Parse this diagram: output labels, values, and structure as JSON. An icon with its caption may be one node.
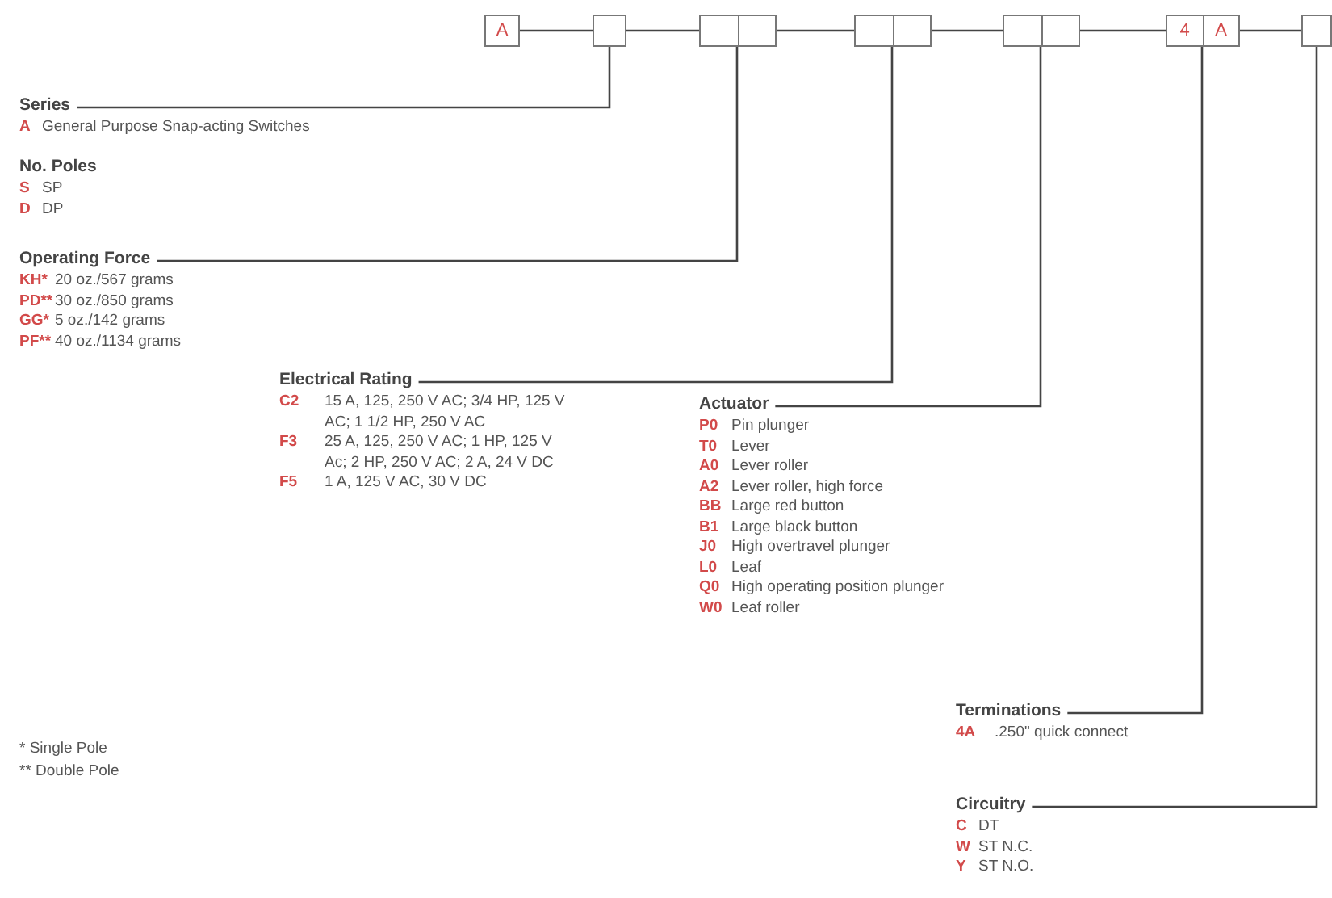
{
  "diagram": {
    "nodes": [
      {
        "text": [
          "A"
        ]
      },
      {
        "text": [],
        "shape": "box"
      },
      {
        "text": [],
        "shape": "box"
      },
      {
        "text": [],
        "shape": "box"
      },
      {
        "text": [],
        "shape": "box"
      },
      {
        "text": [
          "4",
          "A"
        ]
      },
      {
        "text": [],
        "shape": "box"
      },
      {
        "text": [
          "Series"
        ],
        "beside": [
          "A",
          "General Purpose Snap-acting Switches"
        ]
      },
      {
        "text": [
          "No. Poles"
        ],
        "beside": [
          "S",
          "SP",
          "D",
          "DP"
        ]
      },
      {
        "text": [
          "Operating Force"
        ],
        "beside": [
          "KH*",
          "20 oz./567 grams",
          "PD**",
          "30 oz./850 grams",
          "GG*",
          "5 oz./142 grams",
          "PF**",
          "40 oz./1134 grams"
        ]
      },
      {
        "text": [
          "Electrical Rating"
        ],
        "beside": [
          "C2",
          "15 A, 125, 250 V AC; 3/4 HP, 125 V AC; 1 1/2 HP, 250 V AC",
          "F3",
          "25 A, 125, 250 V AC; 1 HP, 125 V Ac; 2 HP, 250 V AC; 2 A, 24 V DC",
          "F5",
          "1 A, 125 V AC, 30 V DC"
        ]
      },
      {
        "text": [
          "Actuator"
        ],
        "beside": [
          "P0",
          "Pin plunger",
          "T0",
          "Lever",
          "A0",
          "Lever roller",
          "A2",
          "Lever roller, high force",
          "BB",
          "Large red button",
          "B1",
          "Large black button",
          "J0",
          "High overtravel plunger",
          "L0",
          "Leaf",
          "Q0",
          "High operating position plunger",
          "W0",
          "Leaf roller"
        ]
      },
      {
        "text": [
          "Terminations"
        ],
        "beside": [
          "4A",
          ".250\" quick connect"
        ]
      },
      {
        "text": [
          "Circuitry"
        ],
        "beside": [
          "C",
          "DT",
          "W",
          "ST N.C.",
          "Y",
          "ST N.O."
        ]
      }
    ],
    "edges": [
      {
        "from": 0,
        "to": 1,
        "arrow": "none"
      },
      {
        "from": 1,
        "to": 2,
        "arrow": "none"
      },
      {
        "from": 2,
        "to": 3,
        "arrow": "none"
      },
      {
        "from": 3,
        "to": 4,
        "arrow": "none"
      },
      {
        "from": 4,
        "to": 5,
        "arrow": "none"
      },
      {
        "from": 5,
        "to": 6,
        "arrow": "none"
      },
      {
        "from": 7,
        "to": 1,
        "arrow": "none"
      },
      {
        "from": 9,
        "to": 2,
        "arrow": "none"
      },
      {
        "from": 10,
        "to": 3,
        "arrow": "none"
      },
      {
        "from": 11,
        "to": 4,
        "arrow": "none"
      },
      {
        "from": 12,
        "to": 5,
        "arrow": "none"
      },
      {
        "from": 13,
        "to": 6,
        "arrow": "none"
      }
    ],
    "labels": [
      "* Single Pole",
      "** Double Pole"
    ]
  }
}
